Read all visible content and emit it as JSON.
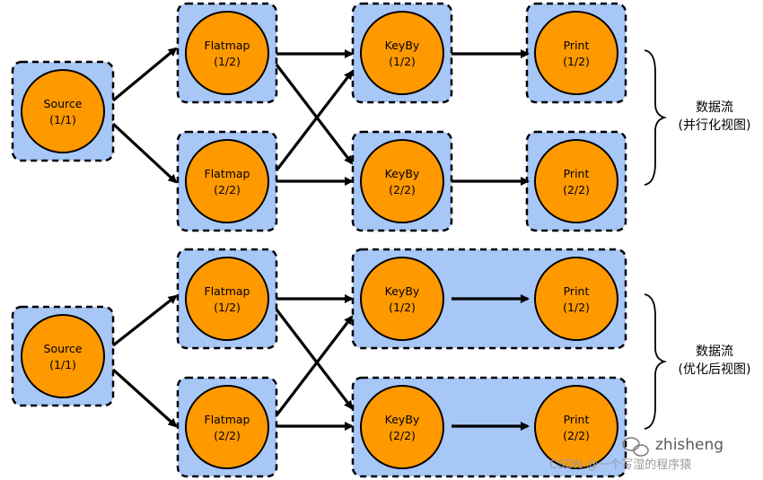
{
  "top_section": {
    "source": {
      "name": "Source",
      "index": "(1/1)"
    },
    "flatmap1": {
      "name": "Flatmap",
      "index": "(1/2)"
    },
    "flatmap2": {
      "name": "Flatmap",
      "index": "(2/2)"
    },
    "keyby1": {
      "name": "KeyBy",
      "index": "(1/2)"
    },
    "keyby2": {
      "name": "KeyBy",
      "index": "(2/2)"
    },
    "print1": {
      "name": "Print",
      "index": "(1/2)"
    },
    "print2": {
      "name": "Print",
      "index": "(2/2)"
    },
    "caption_line1": "数据流",
    "caption_line2": "(并行化视图)"
  },
  "bottom_section": {
    "source": {
      "name": "Source",
      "index": "(1/1)"
    },
    "flatmap1": {
      "name": "Flatmap",
      "index": "(1/2)"
    },
    "flatmap2": {
      "name": "Flatmap",
      "index": "(2/2)"
    },
    "keyby1": {
      "name": "KeyBy",
      "index": "(1/2)"
    },
    "keyby2": {
      "name": "KeyBy",
      "index": "(2/2)"
    },
    "print1": {
      "name": "Print",
      "index": "(1/2)"
    },
    "print2": {
      "name": "Print",
      "index": "(2/2)"
    },
    "caption_line1": "数据流",
    "caption_line2": "(优化后视图)"
  },
  "watermark": {
    "author": "zhisheng",
    "credit": "CSDN @一个写湿的程序猿"
  },
  "colors": {
    "box_fill": "#a7c7f7",
    "node_fill": "#ff9900",
    "stroke": "#000000"
  }
}
